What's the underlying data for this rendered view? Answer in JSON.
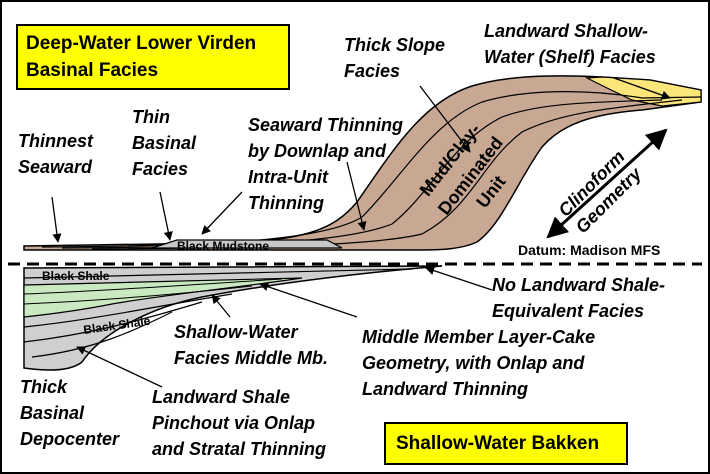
{
  "title_boxes": {
    "deep_water": [
      "Deep-Water Lower Virden",
      "Basinal Facies"
    ],
    "shallow_bakken": "Shallow-Water Bakken"
  },
  "labels": {
    "thinnest_seaward": [
      "Thinnest",
      "Seaward"
    ],
    "thin_basinal": [
      "Thin",
      "Basinal",
      "Facies"
    ],
    "seaward_thinning": [
      "Seaward Thinning",
      "by Downlap and",
      "Intra-Unit",
      "Thinning"
    ],
    "thick_slope": [
      "Thick Slope",
      "Facies"
    ],
    "landward_shelf": [
      "Landward Shallow-",
      "Water (Shelf) Facies"
    ],
    "mud_clay_unit": [
      "Mud/Clay-",
      "Dominated",
      "Unit"
    ],
    "clinoform": [
      "Clinoform",
      "Geometry"
    ],
    "datum": "Datum: Madison MFS",
    "black_mudstone": "Black Mudstone",
    "black_shale_top": "Black Shale",
    "black_shale_lower": "Black Shale",
    "no_landward_shale": [
      "No Landward Shale-",
      "Equivalent Facies"
    ],
    "shallow_water_middle": [
      "Shallow-Water",
      "Facies Middle Mb."
    ],
    "middle_member": [
      "Middle Member Layer-Cake",
      "Geometry, with Onlap and",
      "Landward Thinning"
    ],
    "thick_depocenter": [
      "Thick",
      "Basinal",
      "Depocenter"
    ],
    "landward_pinchout": [
      "Landward Shale",
      "Pinchout via Onlap",
      "and Stratal Thinning"
    ]
  },
  "colors": {
    "clinoform_fill": "#c8a893",
    "shelf_fill": "#fce579",
    "shale_fill": "#cfcfcf",
    "middle_member_fill": "#c9e9c0",
    "mudstone_fill": "#c8c8c8",
    "box_fill": "#ffff00"
  }
}
